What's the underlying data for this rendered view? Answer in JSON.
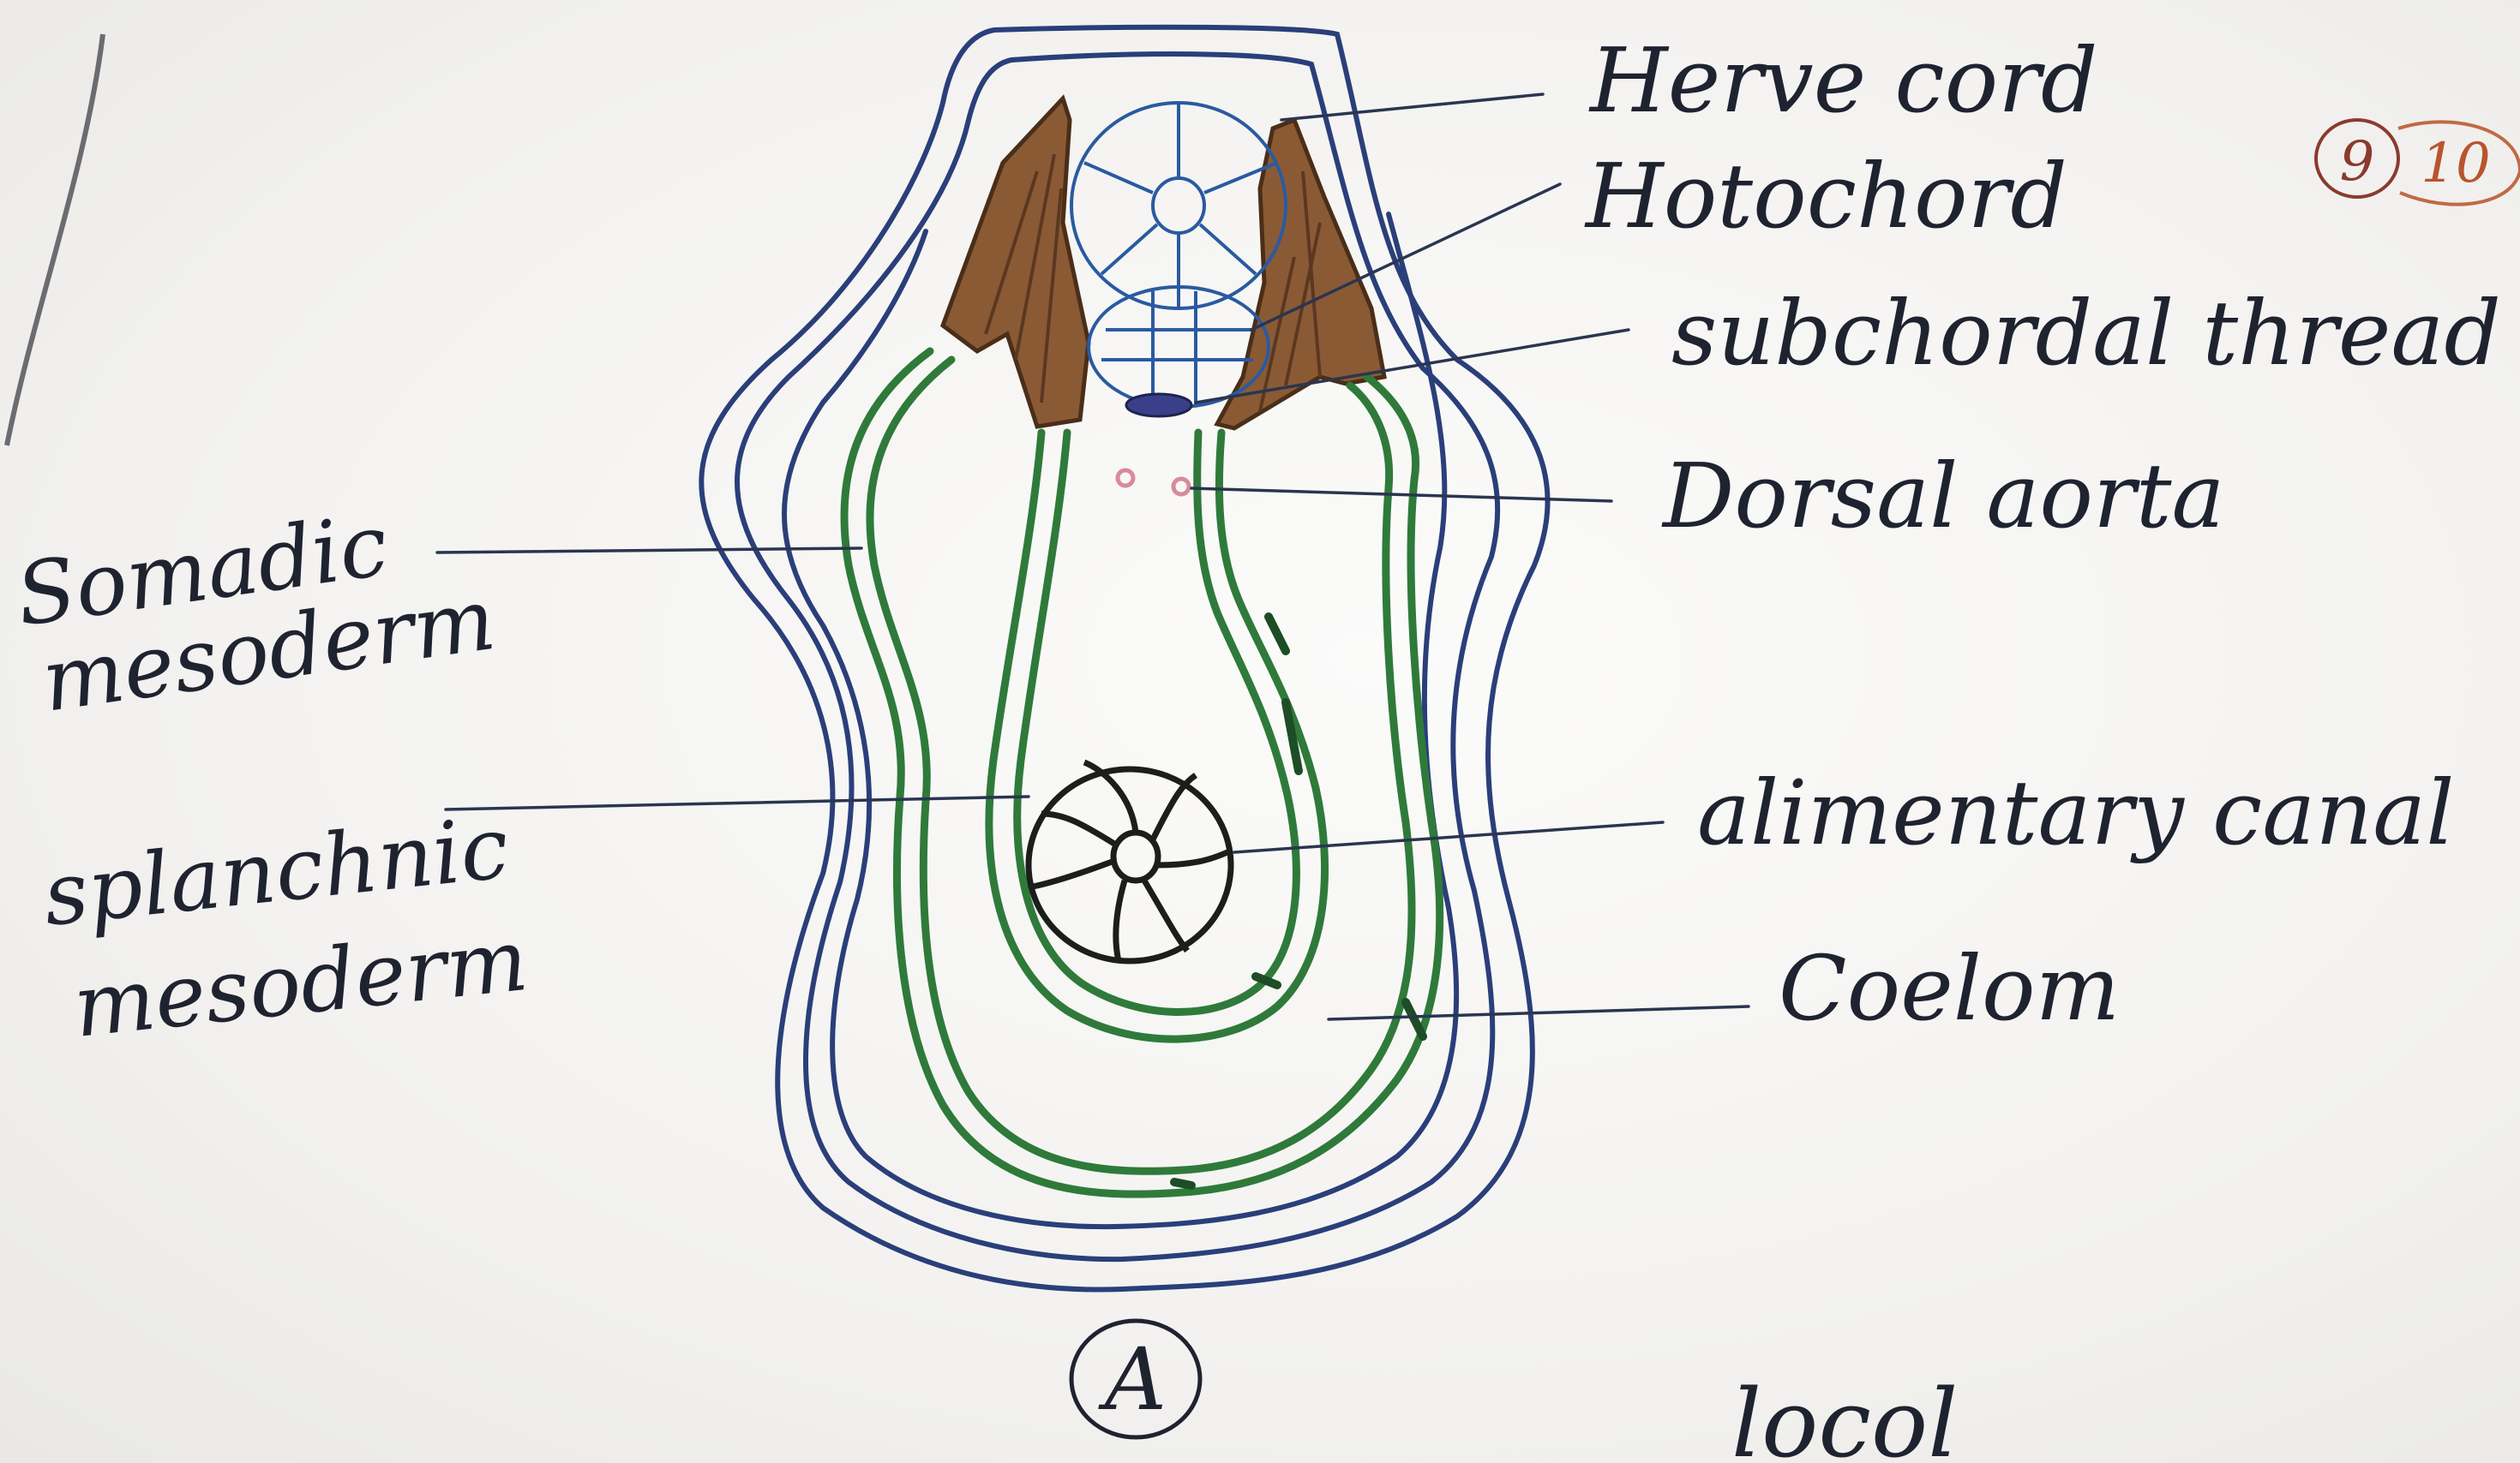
{
  "labels": {
    "nerve_cord": "Herve cord",
    "notochord": "Hotochord",
    "subchordal_thread": "subchordal thread",
    "dorsal_aorta": "Dorsal aorta",
    "somatic_mesoderm_1": "Somadic",
    "somatic_mesoderm_2": "mesoderm",
    "splanchnic_mesoderm_1": "splanchnic",
    "splanchnic_mesoderm_2": "mesoderm",
    "alimentary_canal": "alimentary canal",
    "coelom": "Coelom",
    "figure_letter": "A",
    "bottom_partial": "locol"
  },
  "marks": {
    "score": "9",
    "out_of": "10"
  },
  "colors": {
    "outline_blue": "#2a3f7a",
    "mesoderm_green": "#2f7a3a",
    "muscle_brown": "#8a5a35",
    "ink": "#1f2330",
    "aorta_pink": "#d98a9a",
    "mark_red": "#a0402e"
  }
}
